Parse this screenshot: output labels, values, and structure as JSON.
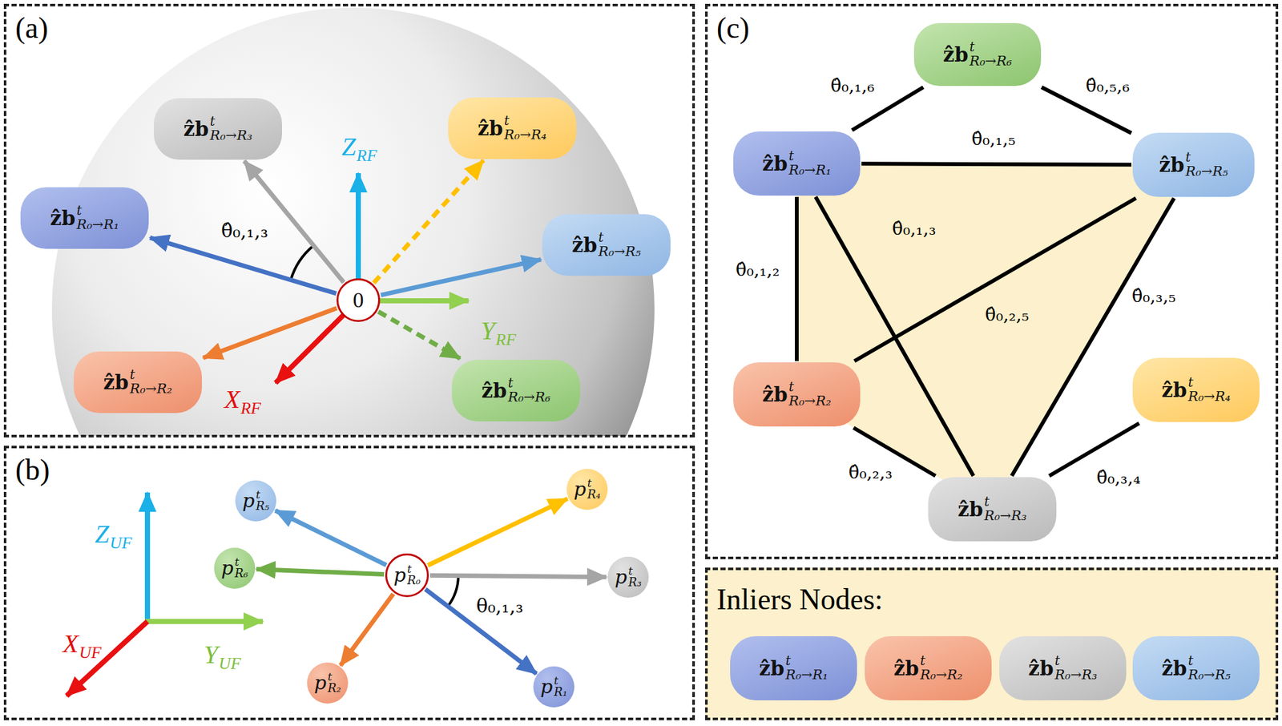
{
  "diagram": {
    "nodes": [
      {
        "text": [
          "(a)"
        ]
      },
      {
        "text": [
          "ẑb",
          "t",
          "R₀→R₃"
        ],
        "in": 0
      },
      {
        "text": [
          "ẑb",
          "t",
          "R₀→R₄"
        ],
        "in": 0
      },
      {
        "text": [
          "ẑb",
          "t",
          "R₀→R₁"
        ],
        "in": 0
      },
      {
        "text": [
          "ẑb",
          "t",
          "R₀→R₅"
        ],
        "in": 0
      },
      {
        "text": [
          "0"
        ],
        "in": 0
      },
      {
        "text": [
          "ẑb",
          "t",
          "R₀→R₂"
        ],
        "in": 0
      },
      {
        "text": [
          "ẑb",
          "t",
          "R₀→R₆"
        ],
        "in": 0
      },
      {
        "text": [
          "(b)"
        ]
      },
      {
        "text": [
          "p",
          "t",
          "R₅"
        ],
        "in": 8
      },
      {
        "text": [
          "p",
          "t",
          "R₄"
        ],
        "in": 8
      },
      {
        "text": [
          "p",
          "t",
          "R₆"
        ],
        "in": 8
      },
      {
        "text": [
          "p",
          "t",
          "R₀"
        ],
        "in": 8
      },
      {
        "text": [
          "p",
          "t",
          "R₃"
        ],
        "in": 8
      },
      {
        "text": [
          "p",
          "t",
          "R₂"
        ],
        "in": 8
      },
      {
        "text": [
          "p",
          "t",
          "R₁"
        ],
        "in": 8
      },
      {
        "text": [
          "(c)"
        ]
      },
      {
        "text": [
          "ẑb",
          "t",
          "R₀→R₆"
        ],
        "in": 16
      },
      {
        "text": [
          "ẑb",
          "t",
          "R₀→R₁"
        ],
        "in": 16
      },
      {
        "text": [
          "ẑb",
          "t",
          "R₀→R₅"
        ],
        "in": 16
      },
      {
        "text": [
          "ẑb",
          "t",
          "R₀→R₂"
        ],
        "in": 16
      },
      {
        "text": [
          "ẑb",
          "t",
          "R₀→R₄"
        ],
        "in": 16
      },
      {
        "text": [
          "ẑb",
          "t",
          "R₀→R₃"
        ],
        "in": 16
      },
      {
        "text": [
          "Inliers Nodes:"
        ]
      },
      {
        "text": [
          "ẑb",
          "t",
          "R₀→R₁"
        ],
        "in": 23
      },
      {
        "text": [
          "ẑb",
          "t",
          "R₀→R₂"
        ],
        "in": 23
      },
      {
        "text": [
          "ẑb",
          "t",
          "R₀→R₃"
        ],
        "in": 23
      },
      {
        "text": [
          "ẑb",
          "t",
          "R₀→R₅"
        ],
        "in": 23
      }
    ],
    "edges": [
      {
        "from": 5,
        "to": 3,
        "arrow": "to"
      },
      {
        "from": 5,
        "to": 6,
        "arrow": "to"
      },
      {
        "from": 5,
        "to": 1,
        "arrow": "to"
      },
      {
        "from": 5,
        "to": 2,
        "arrow": "to"
      },
      {
        "from": 5,
        "to": 4,
        "arrow": "to"
      },
      {
        "from": 5,
        "to": 7,
        "arrow": "to"
      },
      {
        "from": 12,
        "to": 15,
        "arrow": "to"
      },
      {
        "from": 12,
        "to": 14,
        "arrow": "to"
      },
      {
        "from": 12,
        "to": 13,
        "arrow": "to"
      },
      {
        "from": 12,
        "to": 10,
        "arrow": "to"
      },
      {
        "from": 12,
        "to": 9,
        "arrow": "to"
      },
      {
        "from": 12,
        "to": 11,
        "arrow": "to"
      },
      {
        "from": 18,
        "to": 17,
        "label": "θ̂₀,₁,₆",
        "arrow": "none"
      },
      {
        "from": 17,
        "to": 19,
        "label": "θ̂₀,₅,₆",
        "arrow": "none"
      },
      {
        "from": 18,
        "to": 19,
        "label": "θ̂₀,₁,₅",
        "arrow": "none"
      },
      {
        "from": 18,
        "to": 20,
        "label": "θ̂₀,₁,₂",
        "arrow": "none"
      },
      {
        "from": 18,
        "to": 22,
        "label": "θ̂₀,₁,₃",
        "arrow": "none"
      },
      {
        "from": 20,
        "to": 19,
        "label": "θ̂₀,₂,₅",
        "arrow": "none"
      },
      {
        "from": 19,
        "to": 22,
        "label": "θ̂₀,₃,₅",
        "arrow": "none"
      },
      {
        "from": 20,
        "to": 22,
        "label": "θ̂₀,₂,₃",
        "arrow": "none"
      },
      {
        "from": 22,
        "to": 21,
        "label": "θ̂₀,₃,₄",
        "arrow": "none"
      }
    ],
    "labels": [
      "Z",
      "RF",
      "Y",
      "RF",
      "X",
      "RF",
      "θ̂₀,₁,₃",
      "Z",
      "UF",
      "Y",
      "UF",
      "X",
      "UF",
      "θ₀,₁,₃"
    ]
  }
}
